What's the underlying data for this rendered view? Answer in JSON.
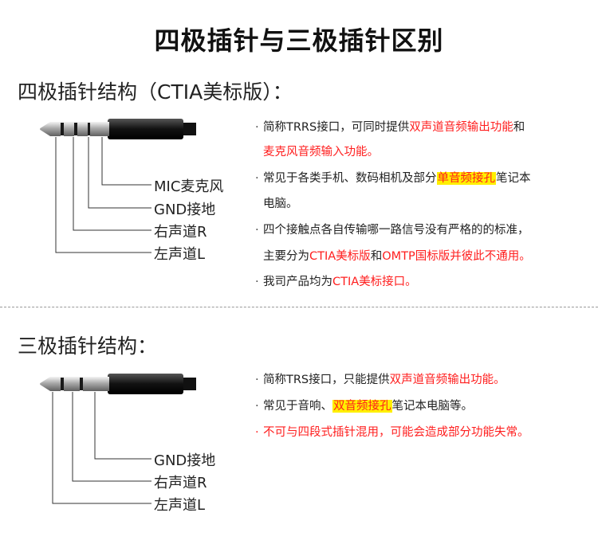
{
  "title": "四极插针与三极插针区别",
  "section1": {
    "heading": "四极插针结构（CTIA美标版）：",
    "pins": [
      "MIC麦克风",
      "GND接地",
      "右声道R",
      "左声道L"
    ],
    "desc": {
      "l1": {
        "a": "简称TRRS接口，可同时提供",
        "b": "双声道音频输出功能",
        "c": "和"
      },
      "l2": {
        "a": "麦克风音频输入功能。"
      },
      "l3": {
        "a": "常见于各类手机、数码相机及部分",
        "b": "单音频接孔",
        "c": "笔记本"
      },
      "l4": {
        "a": "电脑。"
      },
      "l5": {
        "a": "四个接触点各自传输哪一路信号没有严格的的标准，"
      },
      "l6": {
        "a": "主要分为",
        "b": "CTIA美标版",
        "c": "和",
        "d": "OMTP国标版并彼此不通用。"
      },
      "l7": {
        "a": "我司产品均为",
        "b": "CTIA美标接口。"
      }
    }
  },
  "section2": {
    "heading": "三极插针结构：",
    "pins": [
      "GND接地",
      "右声道R",
      "左声道L"
    ],
    "desc": {
      "l1": {
        "a": "简称TRS接口，只能提供",
        "b": "双声道音频输出功能。"
      },
      "l2": {
        "a": "常见于音响、",
        "b": "双音频接孔",
        "c": "笔记本电脑等。"
      },
      "l3": {
        "a": "不可与四段式插针混用，可能会造成部分功能失常。"
      }
    }
  },
  "colors": {
    "accent_red": "#ff1e1e",
    "highlight_yellow": "#ffef00"
  },
  "bullet": "·"
}
